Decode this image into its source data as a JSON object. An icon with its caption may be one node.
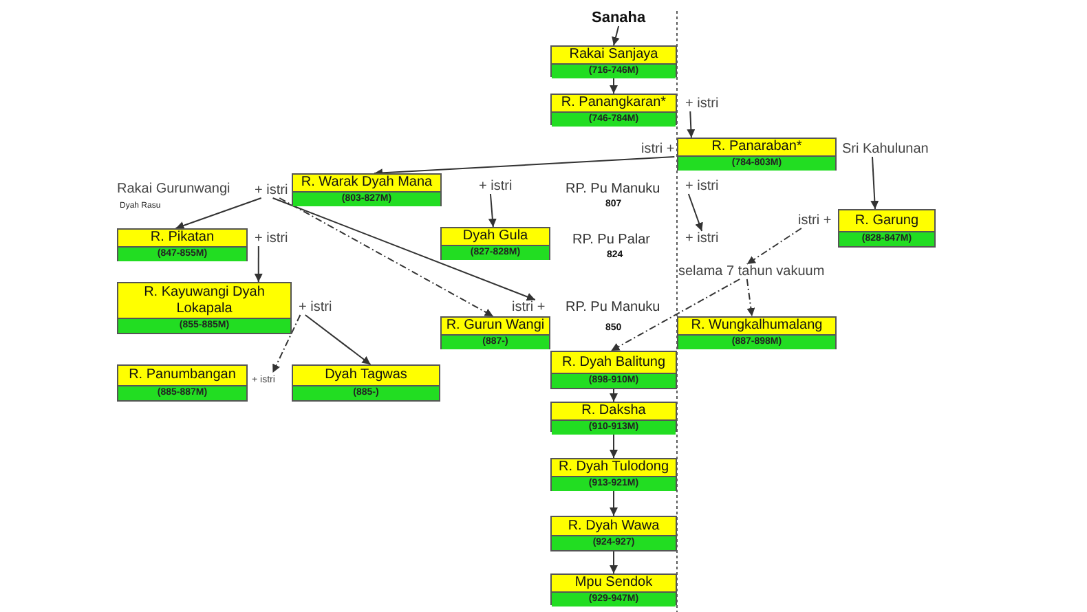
{
  "diagram": {
    "nodes": [
      {
        "text": [
          "Sanaha"
        ]
      },
      {
        "text": [
          "Rakai Sanjaya",
          "(716-746M)"
        ]
      },
      {
        "text": [
          "R. Panangkaran*",
          "(746-784M)"
        ]
      },
      {
        "text": [
          "+ istri"
        ]
      },
      {
        "text": [
          "istri +"
        ]
      },
      {
        "text": [
          "R. Panaraban*",
          "(784-803M)"
        ]
      },
      {
        "text": [
          "Sri Kahulunan"
        ]
      },
      {
        "text": [
          "Rakai Gurunwangi"
        ],
        "beside": [
          "Dyah Rasu"
        ]
      },
      {
        "text": [
          "+ istri"
        ]
      },
      {
        "text": [
          "R. Warak Dyah Mana",
          "(803-827M)"
        ]
      },
      {
        "text": [
          "+ istri"
        ]
      },
      {
        "text": [
          "+ istri"
        ]
      },
      {
        "text": [
          "istri +"
        ]
      },
      {
        "text": [
          "R. Garung",
          "(828-847M)"
        ]
      },
      {
        "text": [
          "R. Pikatan",
          "(847-855M)"
        ]
      },
      {
        "text": [
          "+ istri"
        ]
      },
      {
        "text": [
          "Dyah Gula",
          "(827-828M)"
        ]
      },
      {
        "text": [
          "+ istri"
        ]
      },
      {
        "text": [
          "selama 7 tahun vakuum"
        ]
      },
      {
        "text": [
          "R. Kayuwangi Dyah Lokapala",
          "(855-885M)"
        ]
      },
      {
        "text": [
          "+ istri"
        ]
      },
      {
        "text": [
          "istri +"
        ]
      },
      {
        "text": [
          "R. Gurun Wangi",
          "(887-)"
        ]
      },
      {
        "text": [
          "R. Wungkalhumalang",
          "(887-898M)"
        ]
      },
      {
        "text": [
          "R. Panumbangan",
          "(885-887M)"
        ]
      },
      {
        "text": [
          "+ istri"
        ]
      },
      {
        "text": [
          "Dyah Tagwas",
          "(885-)"
        ]
      },
      {
        "text": [
          "R. Dyah Balitung",
          "(898-910M)"
        ]
      },
      {
        "text": [
          "R. Daksha",
          "(910-913M)"
        ]
      },
      {
        "text": [
          "R. Dyah Tulodong",
          "(913-921M)"
        ]
      },
      {
        "text": [
          "R. Dyah Wawa",
          "(924-927)"
        ]
      },
      {
        "text": [
          "Mpu Sendok",
          "(929-947M)"
        ]
      }
    ],
    "edges": [
      {
        "from": 0,
        "to": 1,
        "arrow": "to"
      },
      {
        "from": 1,
        "to": 2,
        "arrow": "to"
      },
      {
        "from": 3,
        "to": 5,
        "arrow": "to"
      },
      {
        "from": 4,
        "to": 9,
        "arrow": "to"
      },
      {
        "from": 6,
        "to": 13,
        "arrow": "to"
      },
      {
        "from": 8,
        "to": 14,
        "arrow": "to"
      },
      {
        "from": 8,
        "to": 21,
        "arrow": "to"
      },
      {
        "from": 8,
        "to": 22,
        "arrow": "to",
        "style": "dashed"
      },
      {
        "from": 10,
        "to": 16,
        "arrow": "to"
      },
      {
        "from": 11,
        "to": 17,
        "arrow": "to"
      },
      {
        "from": 15,
        "to": 19,
        "arrow": "to"
      },
      {
        "from": 20,
        "to": 25,
        "arrow": "to",
        "style": "dashed"
      },
      {
        "from": 20,
        "to": 26,
        "arrow": "to"
      },
      {
        "from": 12,
        "to": 18,
        "arrow": "to",
        "style": "dashed"
      },
      {
        "from": 18,
        "to": 23,
        "arrow": "to",
        "style": "dashed"
      },
      {
        "from": 18,
        "to": 27,
        "arrow": "to",
        "style": "dashed"
      },
      {
        "from": 27,
        "to": 28,
        "arrow": "to"
      },
      {
        "from": 28,
        "to": 29,
        "arrow": "to"
      },
      {
        "from": 29,
        "to": 30,
        "arrow": "to"
      },
      {
        "from": 30,
        "to": 31,
        "arrow": "to"
      }
    ],
    "labels": [
      "RP. Pu Manuku",
      "807",
      "RP. Pu Palar",
      "824",
      "RP. Pu Manuku",
      "850"
    ]
  }
}
